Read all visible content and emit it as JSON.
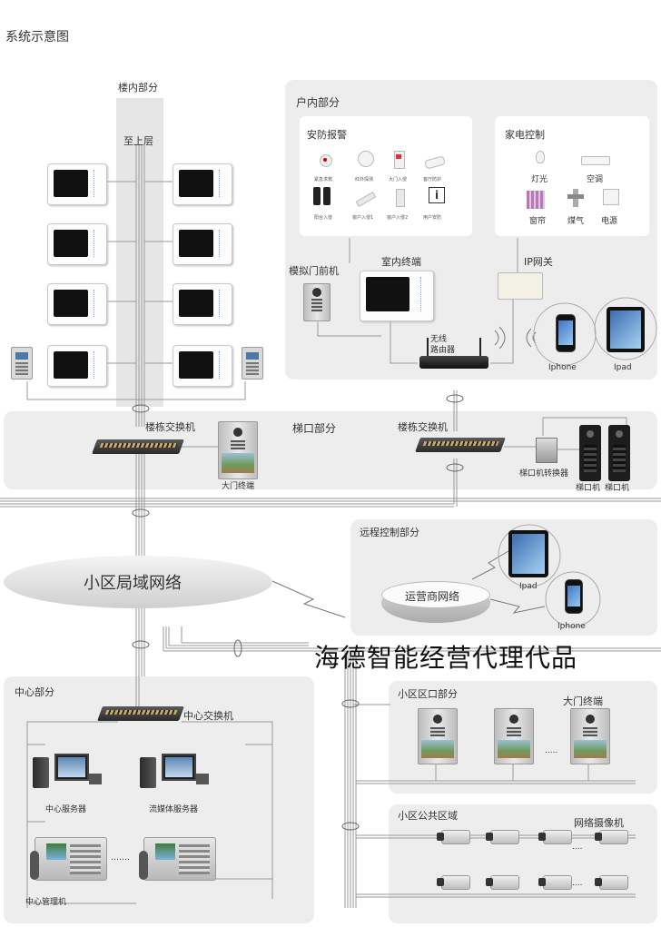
{
  "title": "系统示意图",
  "building": {
    "label": "楼内部分",
    "up_label": "至上层"
  },
  "home": {
    "label": "户内部分",
    "security": {
      "label": "安防报警",
      "items": [
        "紧急求救",
        "红外探测",
        "大门入侵",
        "客厅防护",
        "阳台入侵",
        "窗户入侵1",
        "窗户入侵2",
        "用户安防"
      ]
    },
    "appliance": {
      "label": "家电控制",
      "items": [
        "灯光",
        "空调",
        "窗帘",
        "煤气",
        "电源"
      ]
    },
    "analog_door": "模拟门前机",
    "indoor_terminal": "室内终端",
    "ip_gateway": "IP网关",
    "router": "无线\n路由器",
    "router_l1": "无线",
    "router_l2": "路由器",
    "iphone": "Iphone",
    "ipad": "Ipad"
  },
  "stair": {
    "label": "梯口部分",
    "switch_left": "楼栋交换机",
    "switch_right": "楼栋交换机",
    "gate_terminal": "大门终端",
    "converter": "梯口机转换器",
    "stair_unit_1": "梯口机",
    "stair_unit_2": "梯口机"
  },
  "lan": {
    "label": "小区局域网络"
  },
  "remote": {
    "label": "远程控制部分",
    "carrier": "运营商网络",
    "ipad": "Ipad",
    "iphone": "Iphone"
  },
  "watermark": "海德智能经营代理代品",
  "center": {
    "label": "中心部分",
    "switch": "中心交换机",
    "server1": "中心服务器",
    "server2": "流媒体服务器",
    "manager": "中心管理机",
    "dots": "……."
  },
  "community_gate": {
    "label": "小区区口部分",
    "gate_terminal": "大门终端",
    "dots": "....."
  },
  "public": {
    "label": "小区公共区域",
    "camera": "网络摄像机",
    "dots1": "....",
    "dots2": "...."
  }
}
